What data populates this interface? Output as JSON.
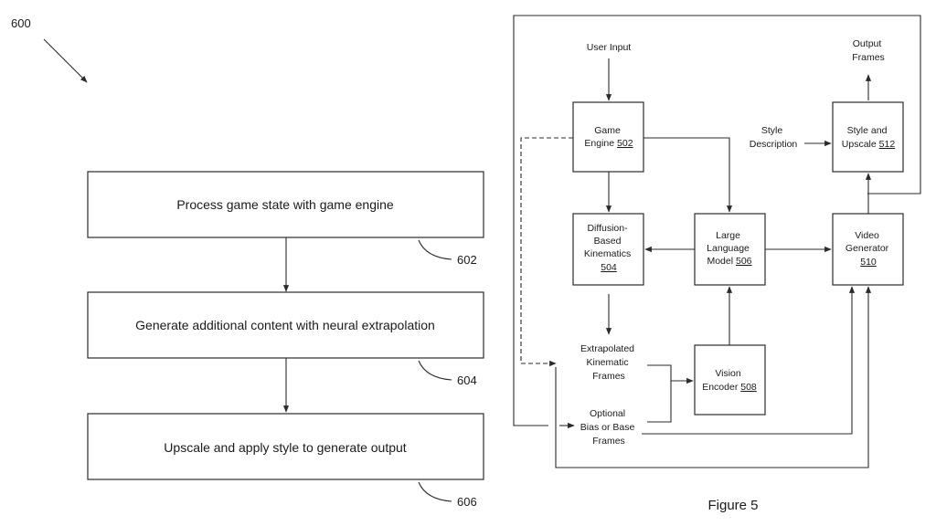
{
  "figure_ref": "600",
  "flowchart": {
    "steps": [
      {
        "label": "Process game state with game engine",
        "ref": "602"
      },
      {
        "label": "Generate additional content with neural extrapolation",
        "ref": "604"
      },
      {
        "label": "Upscale and apply style to generate output",
        "ref": "606"
      }
    ]
  },
  "system": {
    "user_input": "User Input",
    "output_frames": [
      "Output",
      "Frames"
    ],
    "style_description": [
      "Style",
      "Description"
    ],
    "game_engine": {
      "lines": [
        "Game"
      ],
      "last": "Engine ",
      "ref": "502"
    },
    "diffusion": {
      "lines": [
        "Diffusion-",
        "Based",
        "Kinematics"
      ],
      "ref": "504"
    },
    "llm": {
      "lines": [
        "Large",
        "Language"
      ],
      "last": "Model ",
      "ref": "506"
    },
    "vision_encoder": {
      "lines": [
        "Vision"
      ],
      "last": "Encoder ",
      "ref": "508"
    },
    "video_generator": {
      "lines": [
        "Video",
        "Generator"
      ],
      "ref": "510"
    },
    "style_upscale": {
      "lines": [
        "Style and"
      ],
      "last": "Upscale ",
      "ref": "512"
    },
    "extrapolated": [
      "Extrapolated",
      "Kinematic",
      "Frames"
    ],
    "optional": [
      "Optional",
      "Bias or Base",
      "Frames"
    ]
  },
  "caption": "Figure 5"
}
